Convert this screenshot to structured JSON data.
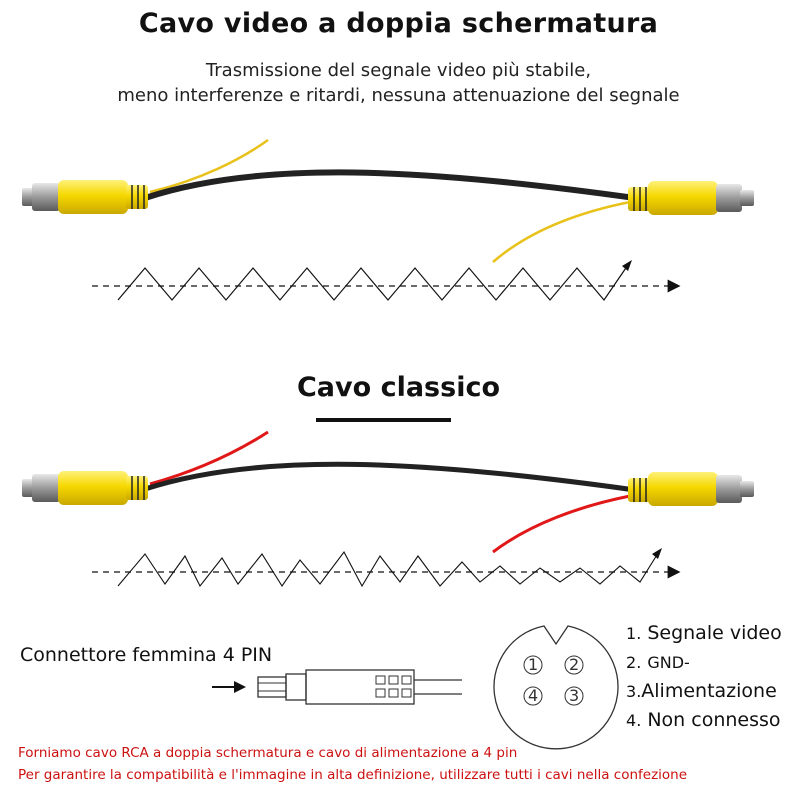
{
  "shielded": {
    "title": "Cavo video a doppia schermatura",
    "subtitle_line1": "Trasmissione del segnale video più stabile,",
    "subtitle_line2": "meno interferenze e ritardi, nessuna attenuazione del segnale",
    "wire_color": "#e8c21a"
  },
  "classic": {
    "title": "Cavo classico",
    "wire_color": "#e01818"
  },
  "connector": {
    "label": "Connettore femmina 4 PIN"
  },
  "pins": [
    {
      "num": "1",
      "label": "Segnale video"
    },
    {
      "num": "2",
      "label": "GND-"
    },
    {
      "num": "3",
      "label": "Alimentazione"
    },
    {
      "num": "4",
      "label": "Non connesso"
    }
  ],
  "notes": {
    "line1": "Forniamo cavo RCA a doppia schermatura e cavo di alimentazione a 4 pin",
    "line2": "Per garantire la compatibilità e l'immagine in alta definizione, utilizzare tutti i cavi nella confezione"
  },
  "colors": {
    "rca_yellow": "#f5d800",
    "cable_black": "#222222",
    "note_red": "#cc1111"
  }
}
